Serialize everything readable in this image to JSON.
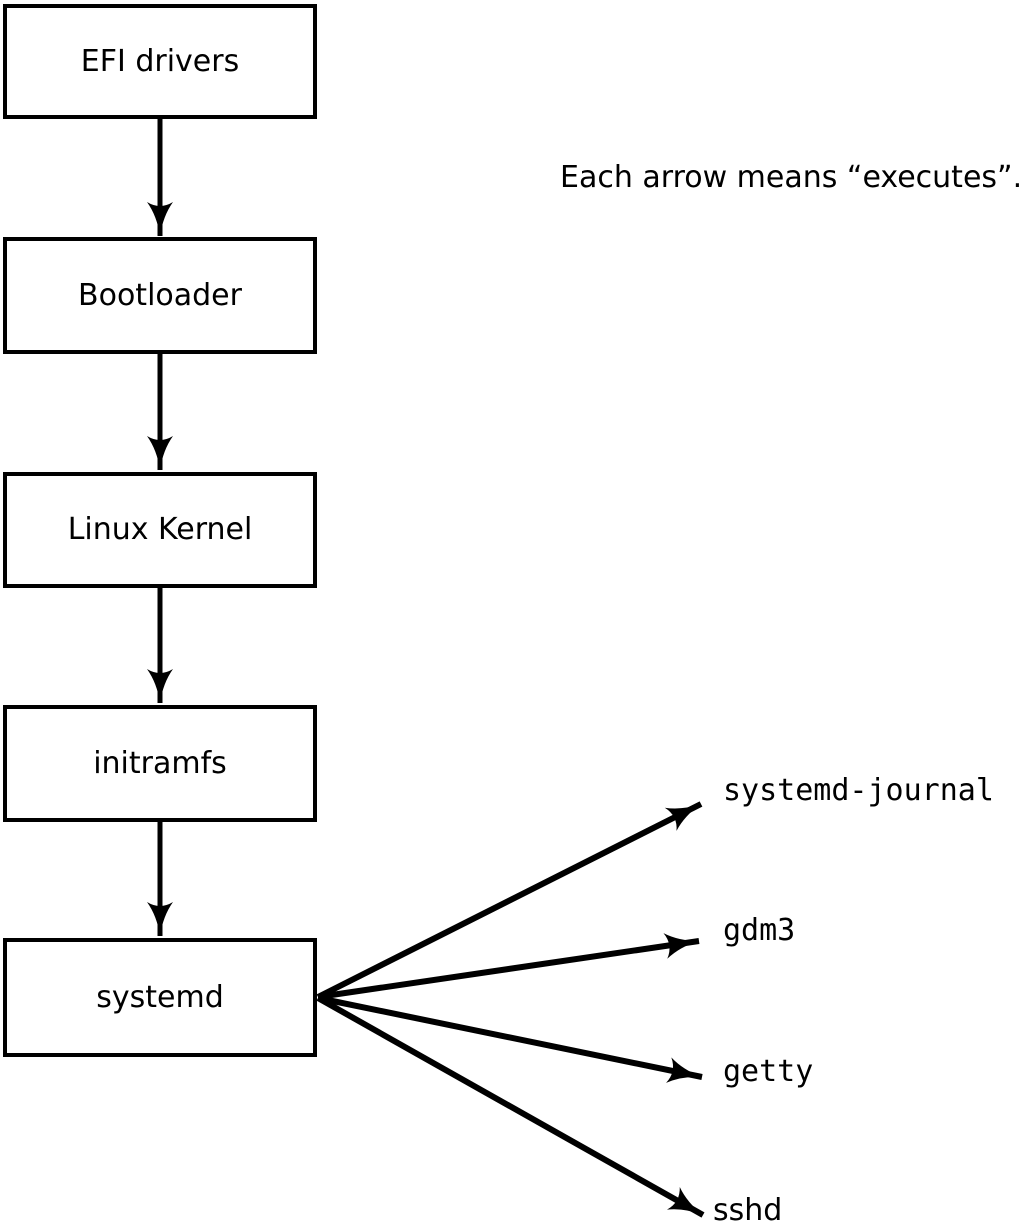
{
  "note": {
    "text": "Each arrow means “executes”."
  },
  "chain": [
    {
      "label": "EFI drivers"
    },
    {
      "label": "Bootloader"
    },
    {
      "label": "Linux Kernel"
    },
    {
      "label": "initramfs"
    },
    {
      "label": "systemd"
    }
  ],
  "spawned": [
    {
      "label": "systemd-journal"
    },
    {
      "label": "gdm3"
    },
    {
      "label": "getty"
    },
    {
      "label": "sshd"
    }
  ],
  "colors": {
    "line": "#000000",
    "box_border": "#000000",
    "box_fill": "#ffffff",
    "background": "#ffffff",
    "text": "#000000"
  }
}
